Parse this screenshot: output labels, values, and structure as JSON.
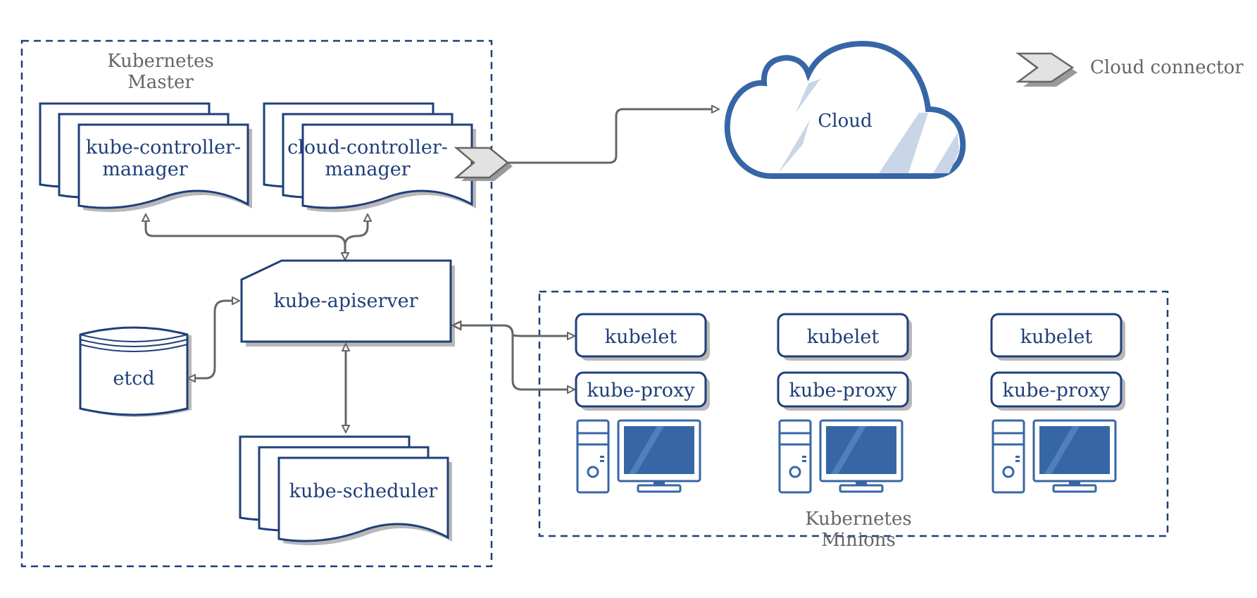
{
  "groups": {
    "master_label_line1": "Kubernetes",
    "master_label_line2": "Master",
    "minions_label_line1": "Kubernetes",
    "minions_label_line2": "Minions"
  },
  "components": {
    "kcm_line1": "kube-controller-",
    "kcm_line2": "manager",
    "ccm_line1": "cloud-controller-",
    "ccm_line2": "manager",
    "apiserver": "kube-apiserver",
    "etcd": "etcd",
    "scheduler": "kube-scheduler"
  },
  "nodes": [
    {
      "kubelet": "kubelet",
      "proxy": "kube-proxy"
    },
    {
      "kubelet": "kubelet",
      "proxy": "kube-proxy"
    },
    {
      "kubelet": "kubelet",
      "proxy": "kube-proxy"
    }
  ],
  "cloud": {
    "label": "Cloud"
  },
  "legend": {
    "cloud_connector": "Cloud connector"
  },
  "colors": {
    "primary": "#1f3f7a",
    "computer": "#3766a6",
    "connector": "#666666",
    "cloud_fill_light": "#c9d6e8",
    "shadow": "#b8b8b8"
  }
}
